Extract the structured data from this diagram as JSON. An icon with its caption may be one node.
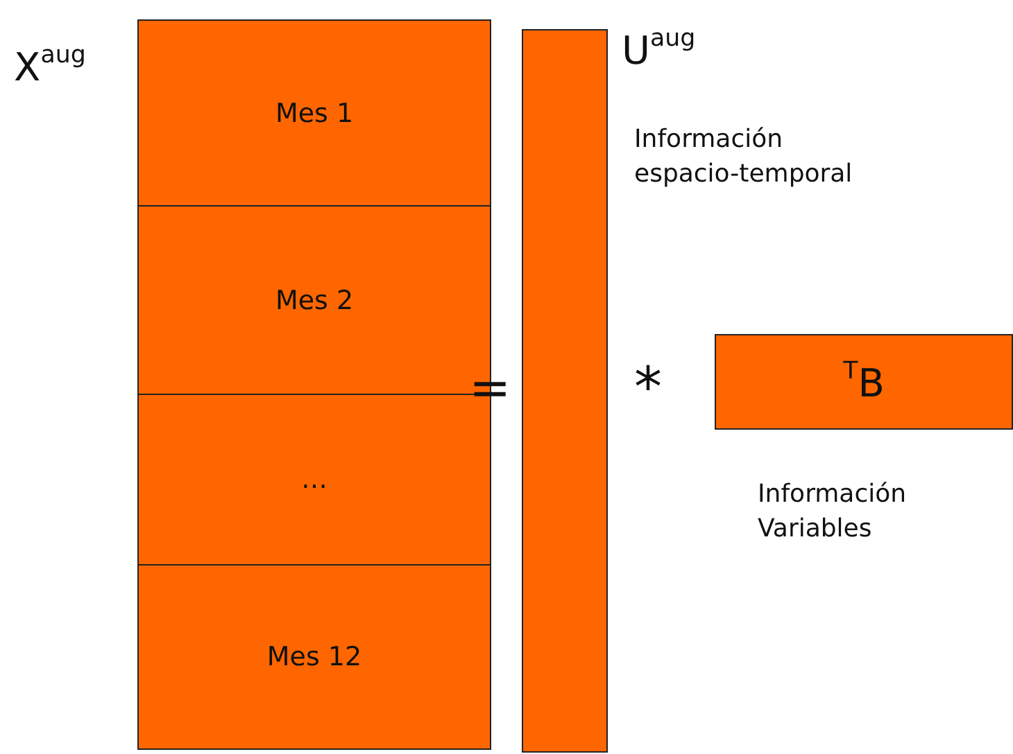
{
  "diagram": {
    "nodes": [
      {
        "text": [
          "Mes 1"
        ]
      },
      {
        "text": [
          "Mes 2"
        ]
      },
      {
        "text": [
          "…"
        ]
      },
      {
        "text": [
          "Mes 12"
        ]
      },
      {
        "text": [],
        "shape": "bar",
        "beside": [
          "U$^{aug}$",
          "Información espacio-temporal"
        ]
      },
      {
        "text": [
          "$^{T}$B"
        ]
      }
    ],
    "labels": [
      "X$^{aug}$",
      "=",
      "*",
      "Información Variables"
    ]
  }
}
